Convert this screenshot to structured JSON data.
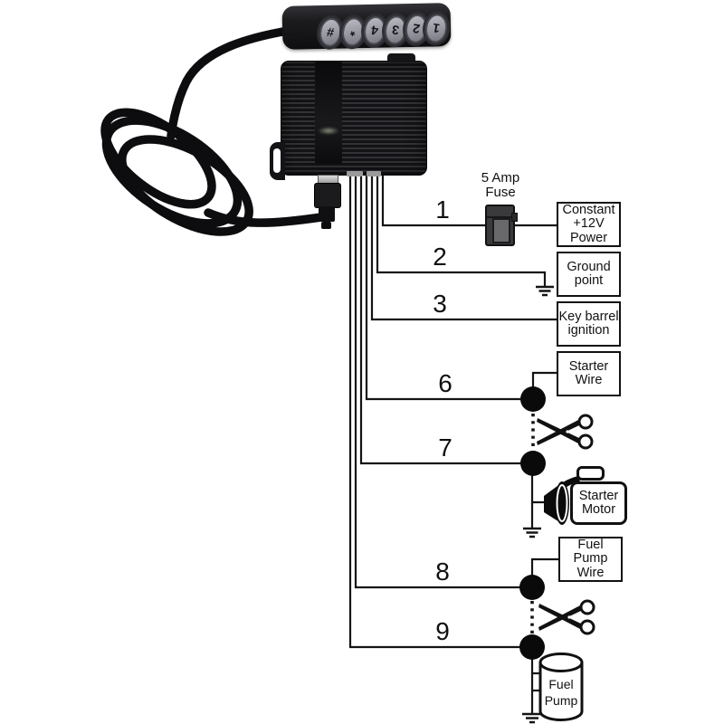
{
  "background_color": "#ffffff",
  "keypad": {
    "buttons": [
      "#",
      "*",
      "4",
      "3",
      "2",
      "1"
    ]
  },
  "fuse": {
    "line1": "5 Amp",
    "line2": "Fuse"
  },
  "wires": [
    {
      "num": "1",
      "label1": "Constant",
      "label2": "+12V",
      "label3": "Power"
    },
    {
      "num": "2",
      "label1": "Ground",
      "label2": "point"
    },
    {
      "num": "3",
      "label1": "Key barrel",
      "label2": "ignition"
    },
    {
      "num": "6",
      "label1": "Starter",
      "label2": "Wire"
    },
    {
      "num": "7"
    },
    {
      "num": "8",
      "label1": "Fuel Pump",
      "label2": "Wire"
    },
    {
      "num": "9"
    }
  ],
  "starter_motor": {
    "line1": "Starter",
    "line2": "Motor"
  },
  "fuel_pump": {
    "line1": "Fuel",
    "line2": "Pump"
  },
  "colors": {
    "diagram_line": "#141414",
    "label_box_border": "#111111",
    "junction_dot": "#0a0a0a",
    "fuse_body": "#3a3a3c",
    "fuse_inner": "#69696b"
  }
}
